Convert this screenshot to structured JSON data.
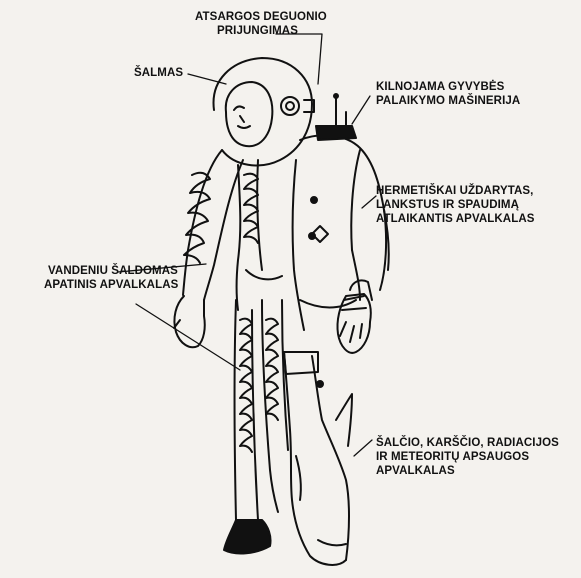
{
  "labels": {
    "oxygen": {
      "line1": "ATSARGOS DEGUONIO",
      "line2": "PRIJUNGIMAS"
    },
    "helmet": {
      "line1": "ŠALMAS"
    },
    "life_support": {
      "line1": "KILNOJAMA GYVYBĖS",
      "line2": "PALAIKYMO MAŠINERIJA"
    },
    "pressure_suit": {
      "line1": "HERMETIŠKAI UŽDARYTAS,",
      "line2": "LANKSTUS IR SPAUDIMĄ",
      "line3": "ATLAIKANTIS APVALKALAS"
    },
    "cooling_garment": {
      "line1": "VANDENIU ŠALDOMAS",
      "line2": "APATINIS APVALKALAS"
    },
    "outer_layer": {
      "line1": "ŠALČIO, KARŠČIO, RADIACIJOS",
      "line2": "IR METEORITŲ APSAUGOS",
      "line3": "APVALKALAS"
    }
  },
  "colors": {
    "ink": "#111111",
    "paper": "#f4f2ee"
  }
}
